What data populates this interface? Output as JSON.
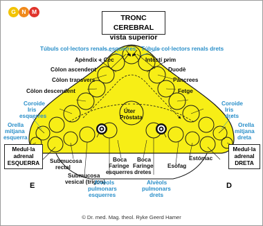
{
  "logo": {
    "letters": [
      "G",
      "N",
      "M"
    ],
    "colors": [
      "#f2c300",
      "#f08a1c",
      "#e0342c"
    ]
  },
  "title": {
    "line1": "TRONC CEREBRAL",
    "line2": "vista superior"
  },
  "labels": {
    "tubuls_left": "Túbuls col·lectors renals esquerres",
    "tubuls_right": "Túbuls col·lectors renals drets",
    "apendix": "Apèndix + Cec",
    "intesti": "Intestí prim",
    "colon_asc": "Còlon ascendent",
    "duode": "Duodè",
    "colon_trans": "Còlon transvers",
    "pancrees": "Pàncrees",
    "colon_desc": "Còlon descendent",
    "fetge": "Fetge",
    "coroide_left_1": "Coroide",
    "coroide_left_2": "Iris",
    "coroide_left_3": "esquerres",
    "coroide_right_1": "Coroide",
    "coroide_right_2": "Iris",
    "coroide_right_3": "drets",
    "uter_1": "Úter",
    "uter_2": "Pròstata",
    "orella_left_1": "Orella",
    "orella_left_2": "mitjana",
    "orella_left_3": "esquerra",
    "orella_right_1": "Orella",
    "orella_right_2": "mitjana",
    "orella_right_3": "dreta",
    "submucosa_rectal_1": "Submucosa",
    "submucosa_rectal_2": "rectal",
    "submucosa_vesical_1": "Submucosa",
    "submucosa_vesical_2": "vesical (trígon)",
    "boca_left_1": "Boca",
    "boca_left_2": "Faringe",
    "boca_left_3": "esquerres",
    "boca_right_1": "Boca",
    "boca_right_2": "Faringe",
    "boca_right_3": "dretes",
    "estomac": "Estómac",
    "esofag": "Esòfag",
    "alveols_left_1": "Alvèols",
    "alveols_left_2": "pulmonars",
    "alveols_left_3": "esquerres",
    "alveols_right_1": "Alvèols",
    "alveols_right_2": "pulmonars",
    "alveols_right_3": "drets"
  },
  "boxes": {
    "left_1": "Medul·la",
    "left_2": "adrenal",
    "left_3": "ESQUERRA",
    "right_1": "Medul·la",
    "right_2": "adrenal",
    "right_3": "DRETA"
  },
  "sides": {
    "left": "E",
    "right": "D"
  },
  "copyright": "© Dr. med. Mag. theol. Ryke Geerd Hamer",
  "colors": {
    "organ": "#f7ee16",
    "outline": "#1a1a1a",
    "blue_label": "#2a8fc9"
  }
}
